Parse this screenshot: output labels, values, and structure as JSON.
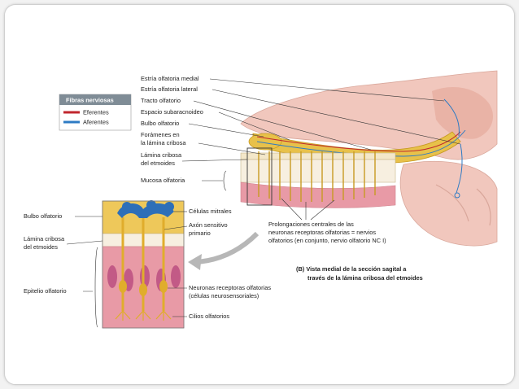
{
  "legend": {
    "title": "Fibras nerviosas",
    "items": [
      {
        "label": "Eferentes",
        "color": "#c0262d"
      },
      {
        "label": "Aferentes",
        "color": "#2e7bc4"
      }
    ]
  },
  "top_labels": [
    "Estría olfatoria medial",
    "Estría olfatoria lateral",
    "Tracto olfatorio",
    "Espacio subaracnoideo",
    "Bulbo olfatorio",
    "Forámenes en",
    "la lámina cribosa",
    "Lámina cribosa",
    "del etmoides",
    "Mucosa olfatoria"
  ],
  "left_labels": [
    "Bulbo olfatorio",
    "Lámina cribosa",
    "del etmoides",
    "Epitelio olfatorio"
  ],
  "detail_labels": [
    "Células mitrales",
    "Axón sensitivo",
    "primario",
    "Neuronas receptoras olfatorias",
    "(células neurosensoriales)",
    "Cilios olfatorios"
  ],
  "prolongaciones": [
    "Prolongaciones centrales de las",
    "neuronas receptoras olfatorias = nervios",
    "olfatorios (en conjunto, nervio olfatorio NC I)"
  ],
  "caption": [
    "(B) Vista medial de la sección sagital a",
    "través de la lámina cribosa del etmoides"
  ],
  "colors": {
    "brain": "#f1c7bd",
    "nerve": "#e8c14a",
    "mucosa": "#e89aa6",
    "efferent": "#c0262d",
    "afferent": "#2e7bc4"
  }
}
